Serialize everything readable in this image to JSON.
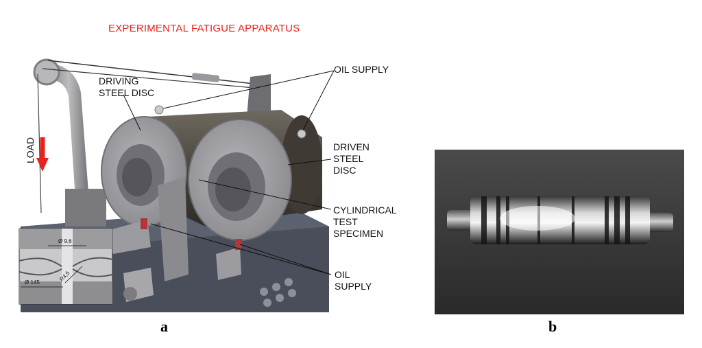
{
  "figure": {
    "title": "EXPERIMENTAL FATIGUE APPARATUS",
    "panel_a": "a",
    "panel_b": "b"
  },
  "labels": {
    "load": "LOAD",
    "oil_supply_top": "OIL SUPPLY",
    "driving_disc": [
      "DRIVING",
      "STEEL DISC"
    ],
    "driven_disc": [
      "DRIVEN",
      "STEEL",
      "DISC"
    ],
    "specimen": [
      "CYLINDRICAL",
      "TEST",
      "SPECIMEN"
    ],
    "oil_supply_bottom": [
      "OIL",
      "SUPPLY"
    ]
  },
  "inset": {
    "dim_top": "Ø 9,6",
    "dim_radius": "R4,5",
    "dim_left": "Ø 145"
  },
  "colors": {
    "title": "#e8231d",
    "load_arrow": "#e8231d"
  }
}
